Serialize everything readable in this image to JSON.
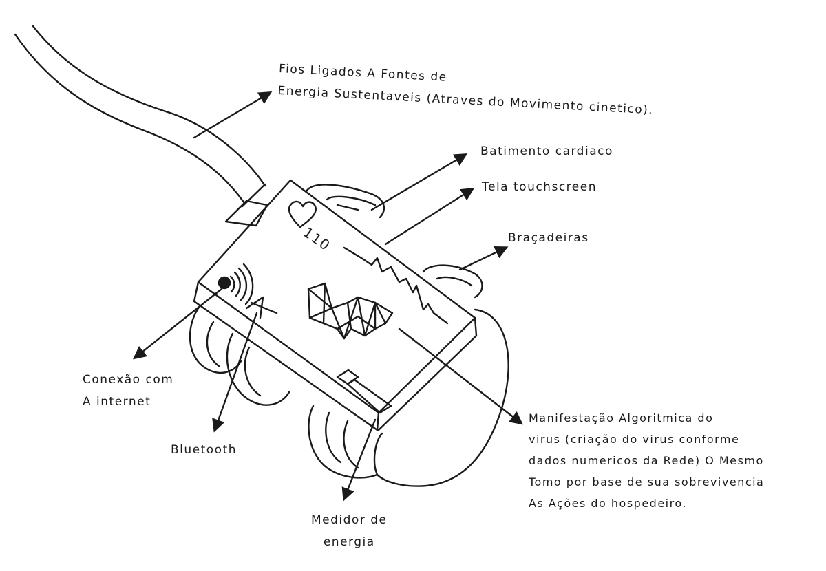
{
  "ink_color": "#1a1a1a",
  "paper_color": "#ffffff",
  "screen": {
    "heart_rate": "110"
  },
  "annotations": {
    "wires": [
      "Fios Ligados A Fontes de",
      "Energia Sustentaveis (Atraves do Movimento cinetico)."
    ],
    "heartbeat": "Batimento cardiaco",
    "touchscreen": "Tela touchscreen",
    "bracelets": "Braçadeiras",
    "internet": [
      "Conexão com",
      "A internet"
    ],
    "bluetooth": "Bluetooth",
    "energy_meter": [
      "Medidor de",
      "energia"
    ],
    "virus": [
      "Manifestação Algoritmica do",
      "virus (criação do virus conforme",
      "dados numericos da Rede) O Mesmo",
      "Tomo por base de sua sobrevivencia",
      "As Ações do hospedeiro."
    ]
  }
}
